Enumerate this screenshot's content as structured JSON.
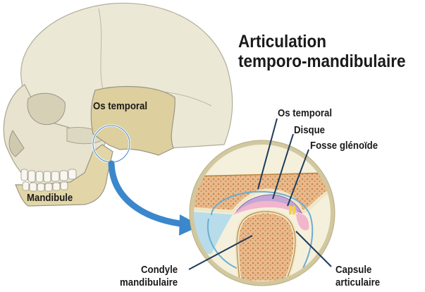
{
  "title": {
    "line1": "Articulation",
    "line2": "temporo-mandibulaire"
  },
  "labels": {
    "os_temporal_skull": "Os temporal",
    "mandibule": "Mandibule",
    "os_temporal_detail": "Os temporal",
    "disque": "Disque",
    "fosse_glenoide": "Fosse glénoïde",
    "condyle_line1": "Condyle",
    "condyle_line2": "mandibulaire",
    "capsule_line1": "Capsule",
    "capsule_line2": "articulaire"
  },
  "colors": {
    "skull": "#ece8d6",
    "skull_outline": "#9a9684",
    "temporal_bone": "#ddcf9e",
    "mandible": "#e2d6a8",
    "bone_spongy": "#e6b689",
    "bone_dots": "#c97a45",
    "cartilage_pink": "#f1b6cc",
    "disc_purple": "#c4a6d6",
    "synovial_blue": "#b8dcea",
    "zoom_circle_bg": "#f5f0dc",
    "arrow_blue": "#3b87cc",
    "leader_line": "#1f3c5a"
  }
}
